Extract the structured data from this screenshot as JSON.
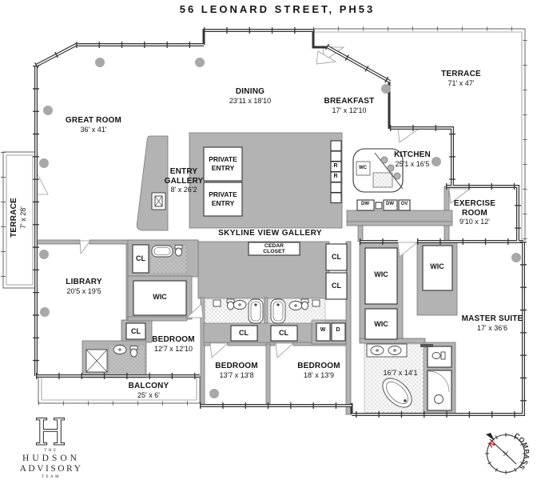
{
  "title": "56 LEONARD STREET, PH53",
  "rooms": {
    "terrace_right": {
      "name": "TERRACE",
      "dims": "71' x 47'"
    },
    "terrace_left": {
      "name": "TERRACE",
      "dims": "7' x 28'"
    },
    "great_room": {
      "name": "GREAT ROOM",
      "dims": "36' x 41'"
    },
    "dining": {
      "name": "DINING",
      "dims": "23'11 x 18'10"
    },
    "breakfast": {
      "name": "BREAKFAST",
      "dims": "17' x 12'10"
    },
    "kitchen": {
      "name": "KITCHEN",
      "dims": "25'1 x 16'5"
    },
    "entry_gallery": {
      "name": "ENTRY GALLERY",
      "dims": "8' x 26'2"
    },
    "private_entry": {
      "name": "PRIVATE ENTRY"
    },
    "exercise_room": {
      "name": "EXERCISE ROOM",
      "dims": "9'10 x 12'"
    },
    "skyline_gallery": {
      "name": "SKYLINE VIEW GALLERY"
    },
    "cedar_closet": {
      "name": "CEDAR CLOSET"
    },
    "library": {
      "name": "LIBRARY",
      "dims": "20'5 x 19'5"
    },
    "bedroom_1": {
      "name": "BEDROOM",
      "dims": "12'7 x 12'10"
    },
    "bedroom_2": {
      "name": "BEDROOM",
      "dims": "13'7 x 13'8"
    },
    "bedroom_3": {
      "name": "BEDROOM",
      "dims": "18' x 13'9"
    },
    "master_suite": {
      "name": "MASTER SUITE",
      "dims": "17' x 36'6"
    },
    "master_bath": {
      "dims": "16'7 x 14'1"
    },
    "balcony": {
      "name": "BALCONY",
      "dims": "25' x 6'"
    }
  },
  "closets": {
    "cl": "CL",
    "wic": "WIC"
  },
  "fixtures": {
    "wc": "WC",
    "dw": "DW",
    "ov": "OV",
    "refrigerator": "R",
    "washer": "W",
    "dryer": "D"
  },
  "logo": {
    "monogram": "H",
    "line_the": "THE",
    "line_name": "HUDSON",
    "line_advisory": "ADVISORY",
    "line_team": "TEAM"
  },
  "compass": {
    "label": "COMPASS",
    "north": "N"
  },
  "colors": {
    "wall": "#333333",
    "gray_fill": "#b3b3b3",
    "north_red": "#cc1111"
  }
}
